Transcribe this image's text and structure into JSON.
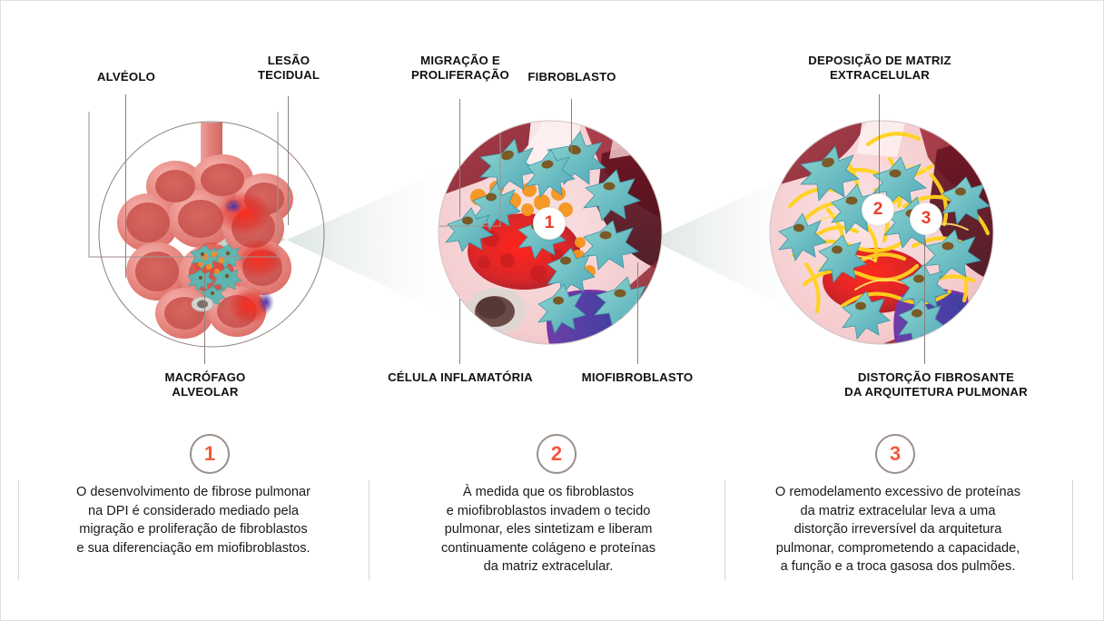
{
  "figure": {
    "title": "Fibrose pulmonar na DPI - progressao em tres etapas",
    "background_color": "#ffffff",
    "border_color": "#dedede"
  },
  "colors": {
    "accent_number": "#f4593c",
    "inline_number": "#e8402a",
    "badge_ring": "#9b8f8a",
    "leader_line": "#8c7f7c",
    "label_text": "#111111",
    "caption_text": "#17191b",
    "divider": "#d6d3d2",
    "tissue_pink": "#f2c3c6",
    "tissue_red": "#e23b34",
    "tissue_dark_red": "#8e1c2a",
    "cell_teal": "#63c5c0",
    "cell_nucleus": "#7a5a26",
    "inflammatory_orange": "#f5901f",
    "collagen_yellow": "#ffd400",
    "vessel_purple": "#4b3f9e",
    "alveoli_pink": "#e8736f"
  },
  "panels": [
    {
      "id": "panel-1",
      "step_number": "1",
      "labels": [
        {
          "name": "alveolo",
          "text": "ALVÉOLO"
        },
        {
          "name": "lesao-tecidual",
          "text": "LESÃO\nTECIDUAL"
        },
        {
          "name": "macrofago-alveolar",
          "text": "MACRÓFAGO\nALVEOLAR"
        }
      ],
      "caption": "O desenvolvimento de fibrose pulmonar\nna DPI é considerado mediado pela\nmigração e proliferação de fibroblastos\ne sua diferenciação em miofibroblastos."
    },
    {
      "id": "panel-2",
      "step_number": "2",
      "inline_badges": [
        "1"
      ],
      "labels": [
        {
          "name": "migracao-proliferacao",
          "text": "MIGRAÇÃO E\nPROLIFERAÇÃO"
        },
        {
          "name": "fibroblasto",
          "text": "FIBROBLASTO"
        },
        {
          "name": "celula-inflamatoria",
          "text": "CÉLULA INFLAMATÓRIA"
        },
        {
          "name": "miofibroblasto",
          "text": "MIOFIBROBLASTO"
        }
      ],
      "caption": "À medida que os fibroblastos\ne miofibroblastos invadem o tecido\npulmonar, eles sintetizam e liberam\ncontinuamente colágeno e proteínas\nda matriz extracelular."
    },
    {
      "id": "panel-3",
      "step_number": "3",
      "inline_badges": [
        "2",
        "3"
      ],
      "labels": [
        {
          "name": "deposicao-matriz-extracelular",
          "text": "DEPOSIÇÃO DE MATRIZ\nEXTRACELULAR"
        },
        {
          "name": "distorcao-fibrosante",
          "text": "DISTORÇÃO FIBROSANTE\nDA ARQUITETURA PULMONAR"
        }
      ],
      "caption": "O remodelamento excessivo de proteínas\nda matriz extracelular leva a uma\ndistorção irreversível da arquitetura\npulmonar, comprometendo a capacidade,\na função e a troca gasosa dos pulmões."
    }
  ],
  "labels_flat": {
    "alveolo": "ALVÉOLO",
    "lesao_tecidual": "LESÃO\nTECIDUAL",
    "macrofago_alveolar": "MACRÓFAGO\nALVEOLAR",
    "migracao_proliferacao": "MIGRAÇÃO E\nPROLIFERAÇÃO",
    "fibroblasto": "FIBROBLASTO",
    "celula_inflamatoria": "CÉLULA INFLAMATÓRIA",
    "miofibroblasto": "MIOFIBROBLASTO",
    "deposicao_matriz": "DEPOSIÇÃO DE MATRIZ\nEXTRACELULAR",
    "distorcao_fibrosante": "DISTORÇÃO FIBROSANTE\nDA ARQUITETURA PULMONAR"
  },
  "badges": {
    "step1": "1",
    "step2": "2",
    "step3": "3",
    "inline_p2_1": "1",
    "inline_p3_2": "2",
    "inline_p3_3": "3"
  },
  "captions": {
    "c1": "O desenvolvimento de fibrose pulmonar\nna DPI é considerado mediado pela\nmigração e proliferação de fibroblastos\ne sua diferenciação em miofibroblastos.",
    "c2": "À medida que os fibroblastos\ne miofibroblastos invadem o tecido\npulmonar, eles sintetizam e liberam\ncontinuamente colágeno e proteínas\nda matriz extracelular.",
    "c3": "O remodelamento excessivo de proteínas\nda matriz extracelular leva a uma\ndistorção irreversível da arquitetura\npulmonar, comprometendo a capacidade,\na função e a troca gasosa dos pulmões."
  }
}
